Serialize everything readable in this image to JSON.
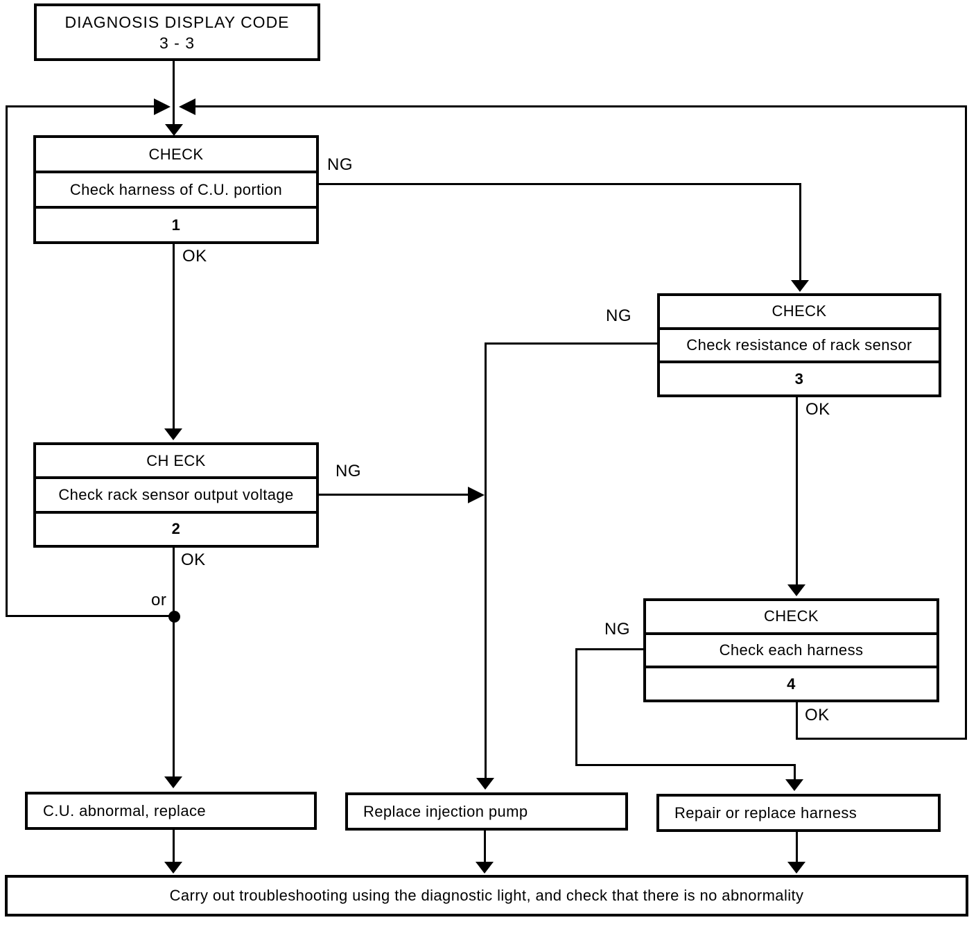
{
  "diagram": {
    "title_box": {
      "line1": "DIAGNOSIS DISPLAY CODE",
      "line2": "3 - 3"
    },
    "check_boxes": [
      {
        "title": "CHECK",
        "description": "Check harness of C.U. portion",
        "number": "1",
        "ng_label": "NG",
        "ok_label": "OK"
      },
      {
        "title": "CH ECK",
        "description": "Check rack sensor output voltage",
        "number": "2",
        "ng_label": "NG",
        "ok_label": "OK"
      },
      {
        "title": "CHECK",
        "description": "Check resistance of rack sensor",
        "number": "3",
        "ng_label": "NG",
        "ok_label": "OK"
      },
      {
        "title": "CHECK",
        "description": "Check each harness",
        "number": "4",
        "ng_label": "NG",
        "ok_label": "OK"
      }
    ],
    "or_label": "or",
    "action_boxes": [
      {
        "label": "C.U. abnormal, replace"
      },
      {
        "label": "Replace injection pump"
      },
      {
        "label": "Repair or replace harness"
      }
    ],
    "footer_box": {
      "label": "Carry out troubleshooting using the diagnostic light, and check that there is no abnormality"
    },
    "colors": {
      "ink": "#000000",
      "background": "#ffffff"
    }
  }
}
